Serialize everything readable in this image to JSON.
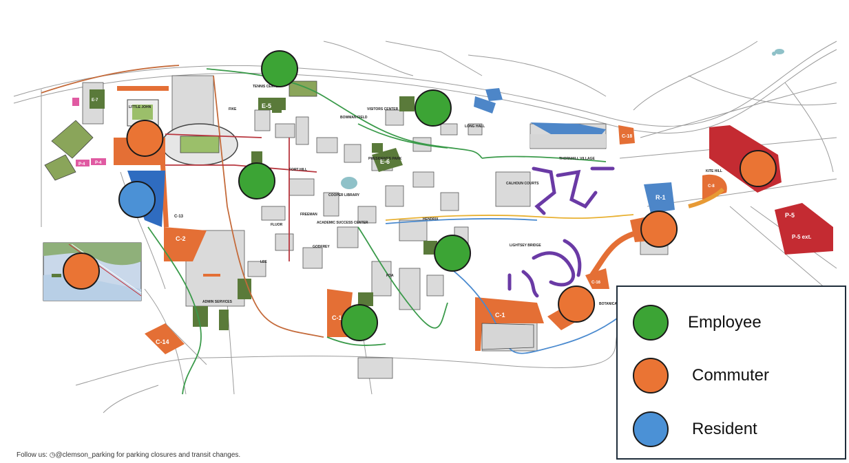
{
  "colors": {
    "employee": "#3ca435",
    "commuter": "#ea7434",
    "resident": "#4b91d6",
    "lot_orange": "#e46f35",
    "lot_red": "#c42b32",
    "lot_blue": "#4d86c8",
    "lot_dkblue": "#2f6cc0",
    "lot_green": "#5a7a3a",
    "housing_purple": "#6a3aa5",
    "field_green": "#8aa55a"
  },
  "legend": {
    "items": [
      {
        "label": "Employee",
        "color_key": "employee"
      },
      {
        "label": "Commuter",
        "color_key": "commuter"
      },
      {
        "label": "Resident",
        "color_key": "resident"
      }
    ]
  },
  "lots": {
    "c1": "C-1",
    "c2": "C-2",
    "c14": "C-14",
    "c18": "C-18",
    "c16": "C-16",
    "c8": "C-8",
    "c13": "C-13",
    "c1b": "C-1",
    "r1": "R-1",
    "p5": "P-5",
    "p5ext": "P-5 ext.",
    "e5": "E-5",
    "e6": "E-6",
    "e7": "E-7",
    "p4a": "P-4",
    "p4b": "P-4"
  },
  "places": {
    "little_john": "LITTLE JOHN",
    "fike": "FIKE",
    "bowman": "BOWMAN FIELD",
    "presidents_park": "PRESIDENT'S PARK",
    "visitors_center": "VISITORS CENTER",
    "calhoun_courts": "CALHOUN COURTS",
    "thornhill": "THORNHILL VILLAGE",
    "lightsey": "LIGHTSEY BRIDGE",
    "botanical": "BOTANICAL GARDEN",
    "kite_hill": "KITE HILL",
    "admin_services": "ADMIN SERVICES",
    "cooper": "COOPER LIBRARY",
    "academic_success": "ACADEMIC SUCCESS CENTER",
    "lee": "LEE",
    "fluor": "FLUOR",
    "freeman": "FREEMAN",
    "godfrey": "GODFREY",
    "fort_hill": "FORT HILL",
    "hendrix": "HENDRIX",
    "pda": "PDA",
    "long_hall": "LONG HALL",
    "tennis": "TENNIS CENTER"
  },
  "footer": {
    "prefix": "Follow us: ",
    "handle": "@clemson_parking",
    "suffix": " for parking closures and transit changes."
  },
  "markers": [
    {
      "type": "employee",
      "cx": 0.3293,
      "cy": 0.1486
    },
    {
      "type": "employee",
      "cx": 0.5101,
      "cy": 0.2333
    },
    {
      "type": "employee",
      "cx": 0.3025,
      "cy": 0.3908
    },
    {
      "type": "employee",
      "cx": 0.5329,
      "cy": 0.5468
    },
    {
      "type": "employee",
      "cx": 0.4234,
      "cy": 0.6969
    },
    {
      "type": "commuter",
      "cx": 0.1707,
      "cy": 0.2986
    },
    {
      "type": "commuter",
      "cx": 0.8929,
      "cy": 0.3641
    },
    {
      "type": "commuter",
      "cx": 0.7762,
      "cy": 0.4948
    },
    {
      "type": "commuter",
      "cx": 0.6789,
      "cy": 0.6568
    },
    {
      "type": "commuter",
      "cx": 0.0957,
      "cy": 0.5854
    },
    {
      "type": "resident",
      "cx": 0.1614,
      "cy": 0.4309
    }
  ]
}
